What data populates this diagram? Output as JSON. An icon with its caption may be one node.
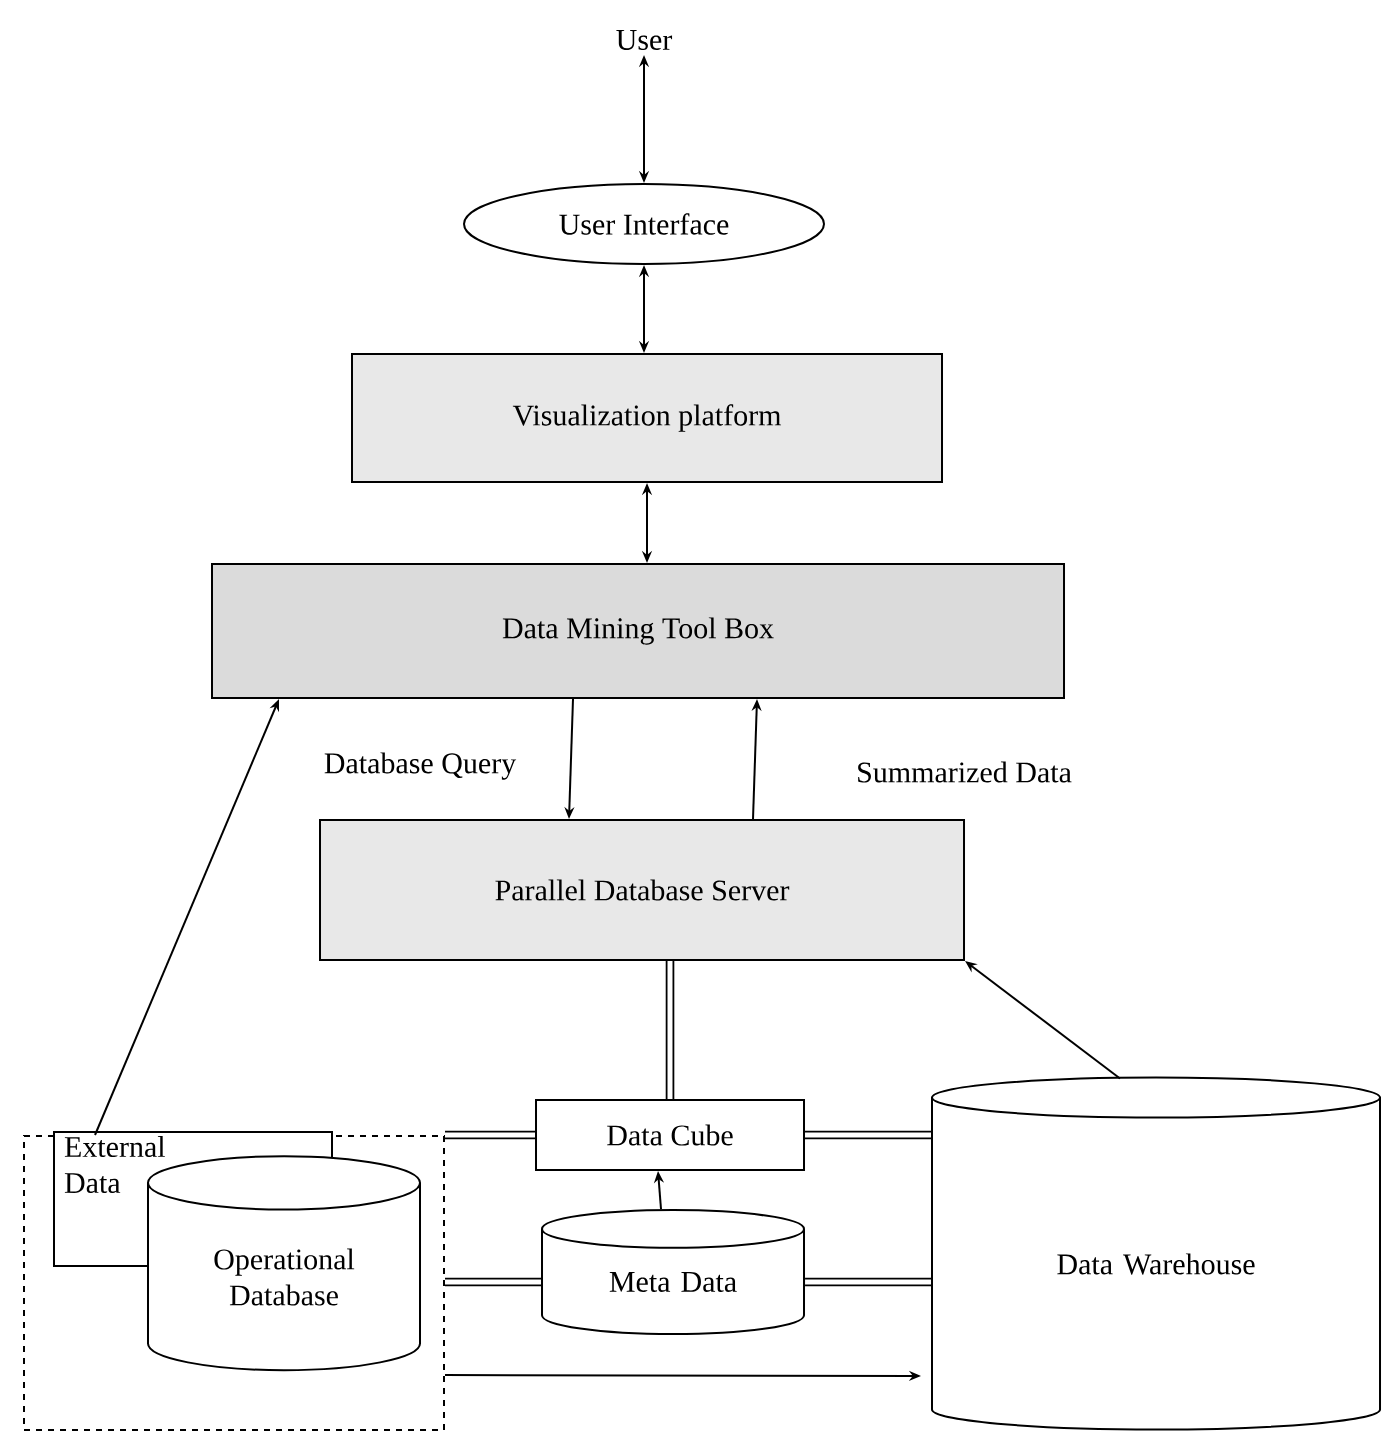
{
  "diagram": {
    "nodes": [
      {
        "text": [
          "User"
        ]
      },
      {
        "text": [
          "User Interface"
        ]
      },
      {
        "text": [
          "Visualization platform"
        ]
      },
      {
        "text": [
          "Data Mining Tool Box"
        ]
      },
      {
        "text": [
          "Parallel Database Server"
        ]
      },
      {
        "text": [],
        "shape": "box"
      },
      {
        "text": [
          "External Data"
        ],
        "in": 5
      },
      {
        "text": [
          "Operational Database"
        ],
        "in": 5
      },
      {
        "text": [
          "Data Cube"
        ]
      },
      {
        "text": [
          "Meta Data"
        ]
      },
      {
        "text": [
          "Data Warehouse"
        ]
      }
    ],
    "edges": [
      {
        "from": 0,
        "to": 1,
        "arrow": "both"
      },
      {
        "from": 1,
        "to": 2,
        "arrow": "both"
      },
      {
        "from": 2,
        "to": 3,
        "arrow": "both"
      },
      {
        "from": 3,
        "to": 4,
        "arrow": "to",
        "label": "Database Query"
      },
      {
        "from": 4,
        "to": 3,
        "arrow": "to",
        "label": "Summarized Data"
      },
      {
        "from": 5,
        "to": 3,
        "arrow": "to"
      },
      {
        "from": 10,
        "to": 4,
        "arrow": "to"
      },
      {
        "from": 5,
        "to": 10,
        "arrow": "to"
      },
      {
        "from": 9,
        "to": 8,
        "arrow": "to"
      },
      {
        "from": 4,
        "to": 8,
        "arrow": "none",
        "style": "thick"
      },
      {
        "from": 5,
        "to": 8,
        "arrow": "none",
        "style": "thick"
      },
      {
        "from": 8,
        "to": 10,
        "arrow": "none",
        "style": "thick"
      },
      {
        "from": 5,
        "to": 9,
        "arrow": "none",
        "style": "thick"
      },
      {
        "from": 9,
        "to": 10,
        "arrow": "none",
        "style": "thick"
      }
    ]
  }
}
